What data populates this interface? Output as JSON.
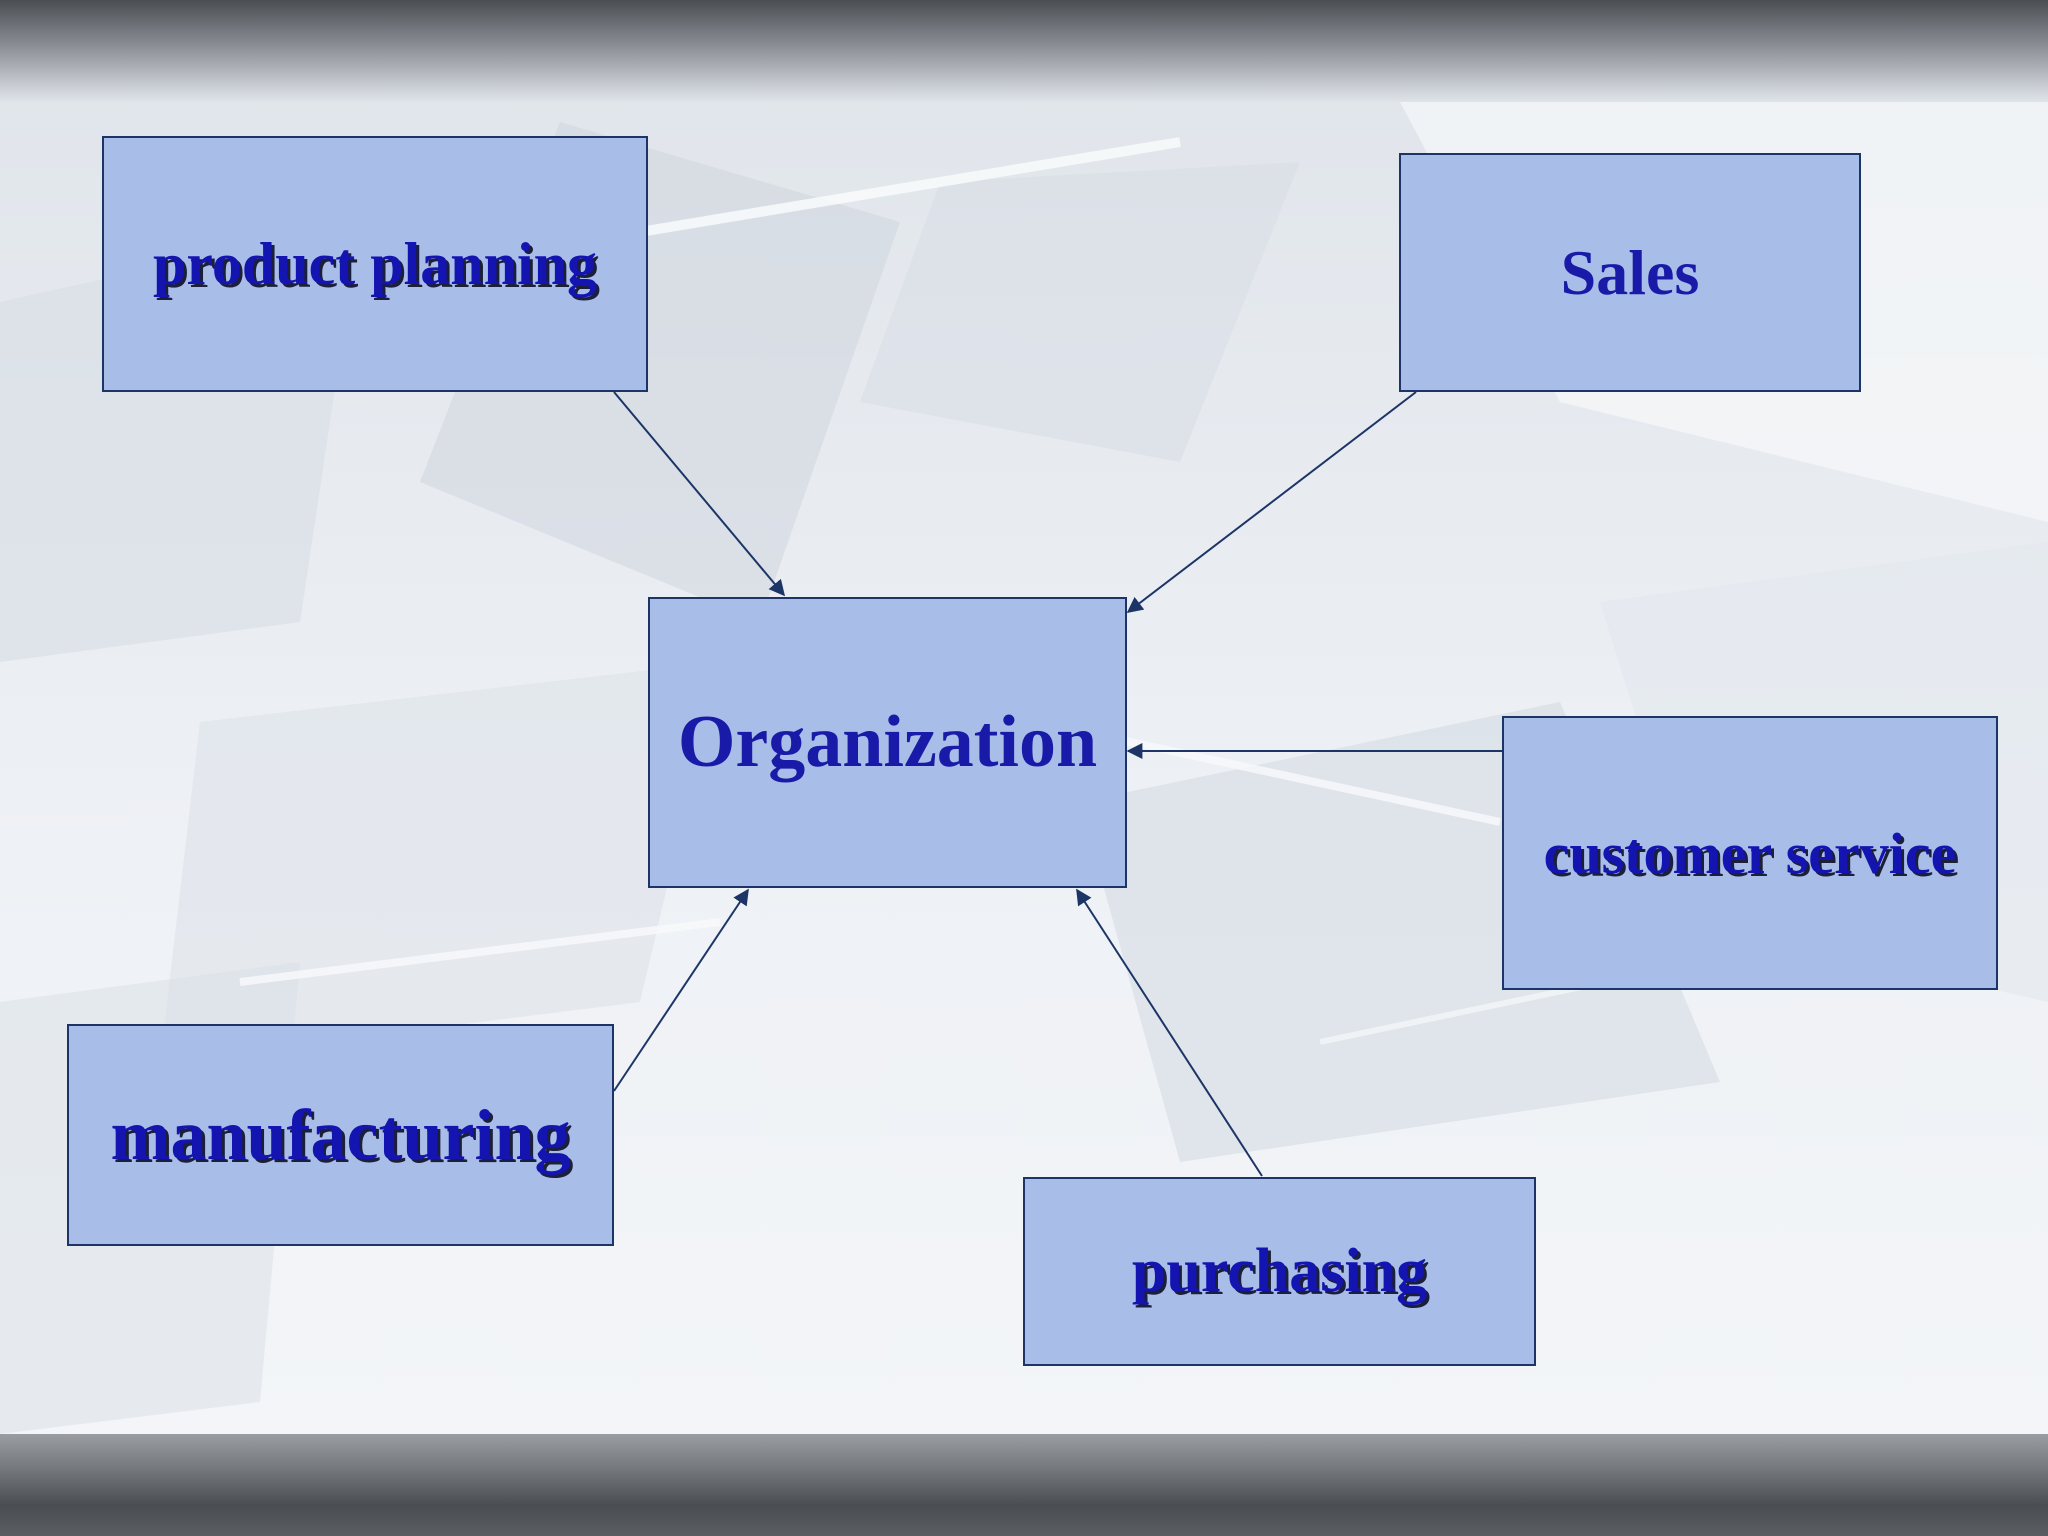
{
  "diagram": {
    "center": {
      "label": "Organization"
    },
    "nodes": {
      "product_planning": {
        "label": "product planning"
      },
      "sales": {
        "label": "Sales"
      },
      "customer_service": {
        "label": "customer service"
      },
      "manufacturing": {
        "label": "manufacturing"
      },
      "purchasing": {
        "label": "purchasing"
      }
    },
    "edges": [
      {
        "from": "product planning",
        "to": "Organization"
      },
      {
        "from": "Sales",
        "to": "Organization"
      },
      {
        "from": "customer service",
        "to": "Organization"
      },
      {
        "from": "manufacturing",
        "to": "Organization"
      },
      {
        "from": "purchasing",
        "to": "Organization"
      }
    ]
  },
  "colors": {
    "box_fill": "#a9bde9",
    "box_border": "#1d3566",
    "text": "#1a1aa8",
    "connector": "#1d3566"
  }
}
